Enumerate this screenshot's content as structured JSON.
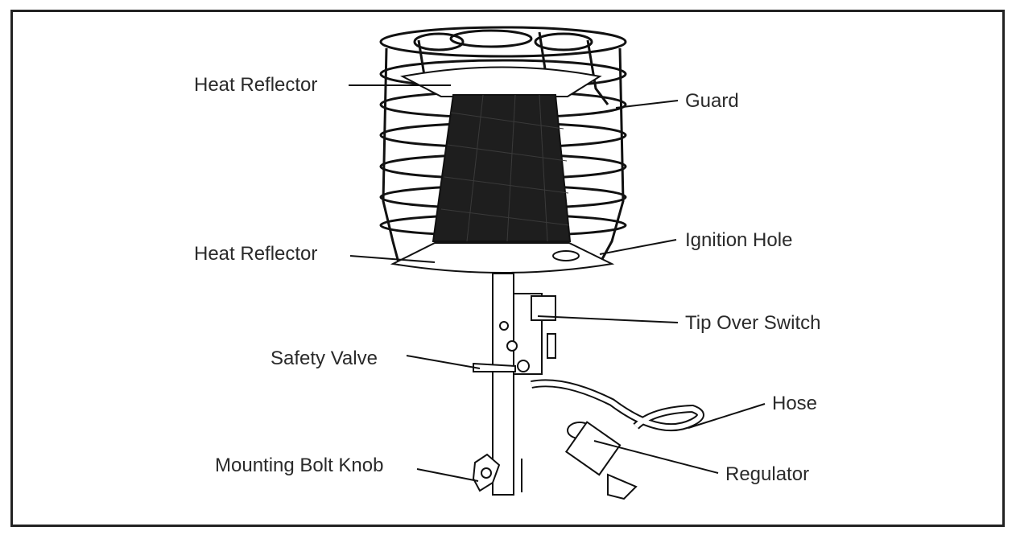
{
  "labels": {
    "heat_reflector_top": "Heat Reflector",
    "guard": "Guard",
    "heat_reflector_bottom": "Heat Reflector",
    "ignition_hole": "Ignition Hole",
    "tip_over_switch": "Tip Over Switch",
    "safety_valve": "Safety Valve",
    "hose": "Hose",
    "mounting_bolt_knob": "Mounting Bolt Knob",
    "regulator": "Regulator"
  }
}
